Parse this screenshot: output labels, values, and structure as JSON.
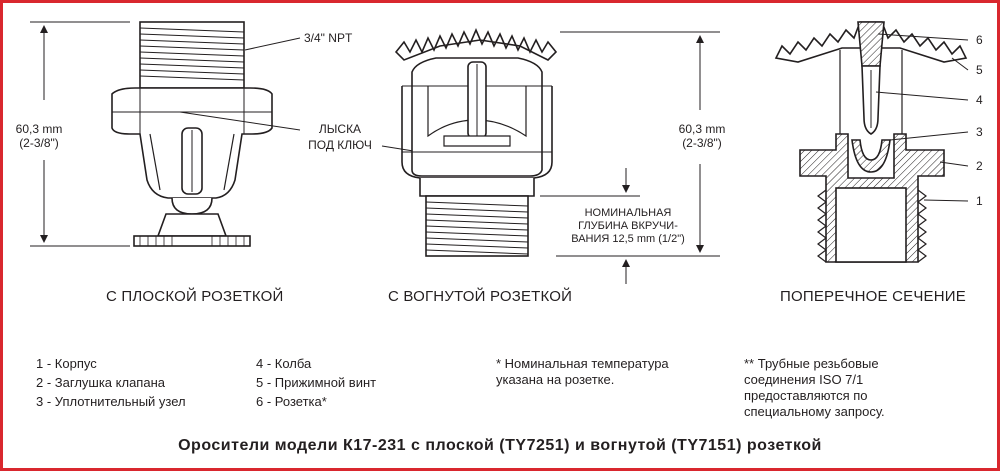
{
  "diagram": {
    "dimensions": {
      "height_left": "60,3 mm",
      "height_left_in": "(2-3/8\")",
      "height_right": "60,3 mm",
      "height_right_in": "(2-3/8\")",
      "thread": "3/4\"  NPT",
      "wrench_flat": "ЛЫСКА\nПОД КЛЮЧ",
      "thread_depth": "НОМИНАЛЬНАЯ\nГЛУБИНА ВКРУЧИ-\nВАНИЯ 12,5 mm (1/2\")"
    },
    "captions": {
      "flat": "С ПЛОСКОЙ РОЗЕТКОЙ",
      "concave": "С ВОГНУТОЙ РОЗЕТКОЙ",
      "section": "ПОПЕРЕЧНОЕ СЕЧЕНИЕ"
    },
    "callouts": [
      "1",
      "2",
      "3",
      "4",
      "5",
      "6"
    ],
    "legend_col1": [
      "1 - Корпус",
      "2 - Заглушка клапана",
      "3 - Уплотнительный узел"
    ],
    "legend_col2": [
      "4 - Колба",
      "5 - Прижимной винт",
      "6 - Розетка*"
    ],
    "note1": "* Номинальная температура\n   указана на розетке.",
    "note2": "** Трубные резьбовые\n    соединения ISO 7/1\n    предоставляются по\n    специальному запросу.",
    "footer": "Оросители модели К17-231 с плоской (TY7251) и вогнутой (TY7151) розеткой"
  }
}
